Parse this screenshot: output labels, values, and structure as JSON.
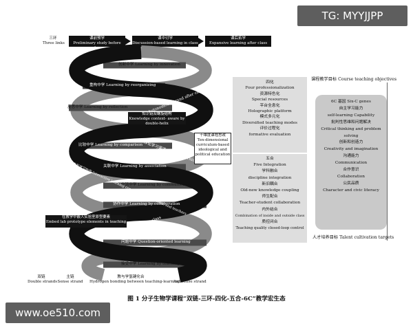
{
  "watermarks": {
    "top": "TG: MYYJJPP",
    "bottom": "www.oe510.com"
  },
  "three_links": {
    "cn": "三环",
    "en": "Three links"
  },
  "stages": [
    {
      "cn": "课前预学",
      "en": "Preliminary study before class"
    },
    {
      "cn": "课中讨学",
      "en": "Discussion-based learning in class"
    },
    {
      "cn": "课后拓学",
      "en": "Expansive learning after class"
    }
  ],
  "helix_labels": [
    "创新中学 Learning by innovation",
    "重构中学 Learning by reorganizing",
    "反思中学 Learning by reflection",
    "比较中学 Learning by comparison",
    "关联中学 Learning by association",
    "交流中学 Learning by communicating",
    "协作中学 Learning by collaboration",
    "问题中学 Question-oriented learning",
    "接受中学 Learning by teaching"
  ],
  "strand_labels": [
    "课后自主链 Autonomous strand after class",
    "多样化学习渠道 Diverse learning channels",
    "学生交互学习协作 Interactive learning communities of students and teachers",
    "课前主线 Sense strand before class"
  ],
  "boxes": {
    "knowledge_cn": "知识链双螺旋结构",
    "knowledge_en": "Knowledge context- aware by double-helix",
    "lab_cn": "在教学中嵌入实验室原型要素",
    "lab_en": "Embed lab prototype elements in teaching",
    "ten_dim": [
      "十维度课程思政",
      "Ten-dimensional",
      "curriculum-based",
      "ideological and",
      "political education"
    ]
  },
  "four_panel": {
    "lines": [
      "四化",
      "Four professionalization",
      "资源特色化",
      "Special resources",
      "平台全息化",
      "Holographic platform",
      "模式多元化",
      "Diversified teaching modes",
      "评价过程化",
      "formative evaluation"
    ]
  },
  "five_panel": {
    "lines": [
      "五合",
      "Five Integration",
      "学科融合",
      "discipline integration",
      "新旧耦合",
      "Old-new knowledge coupling",
      "师生配合",
      "Teacher-student collaboration",
      "内外结合",
      "Combination of inside and outside class",
      "质控闭合",
      "Teaching quality closed-loop control"
    ]
  },
  "right": {
    "top_label": "课程教学目标 Course teaching objectives",
    "bottom_label": "人才培养目标 Talent cultivation targets",
    "genes": [
      "6C 基因 Six-C genes",
      "自主学习能力",
      "self-learning Capability",
      "批判性思维和问题解决",
      "Critical thinking and problem solving",
      "创新和创造力",
      "Creativity and imagination",
      "沟通能力",
      "Communication",
      "合作意识",
      "Collaboration",
      "公民品质",
      "Character and civic literacy"
    ]
  },
  "bottom_labels": {
    "double": [
      "双链",
      "Double strands"
    ],
    "sense": [
      "主链",
      "Sense strand"
    ],
    "hbond": [
      "教与学氢键化合",
      "Hydrogen bonding between teaching-learning"
    ],
    "anti": [
      "互链",
      "Antisense strand"
    ]
  },
  "caption": "图 1   分子生物学课程“双链-三环-四化-五合-6C”教学宏生态"
}
